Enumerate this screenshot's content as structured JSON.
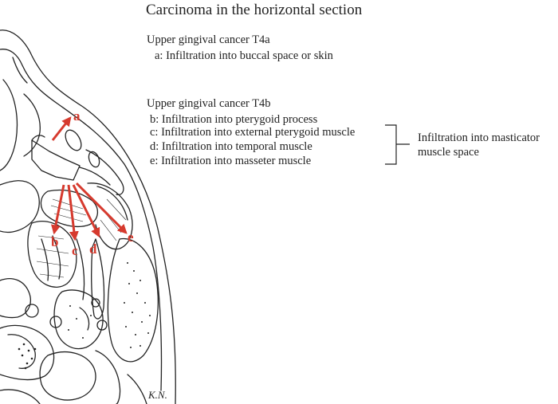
{
  "title": "Carcinoma in the horizontal section",
  "t4a": {
    "heading": "Upper gingival cancer T4a",
    "items": [
      "a: Infiltration into buccal space or skin"
    ]
  },
  "t4b": {
    "heading": "Upper gingival cancer T4b",
    "items": [
      "b: Infiltration into pterygoid process",
      "c: Infiltration into external pterygoid muscle",
      "d: Infiltration into temporal muscle",
      "e: Infiltration into masseter muscle"
    ]
  },
  "bracket_label": [
    "Infiltration into masticator",
    "muscle space"
  ],
  "arrow_labels": {
    "a": "a",
    "b": "b",
    "c": "c",
    "d": "d",
    "e": "e"
  },
  "signature": "K.N.",
  "colors": {
    "arrow": "#d63a2e",
    "ink": "#222222"
  }
}
